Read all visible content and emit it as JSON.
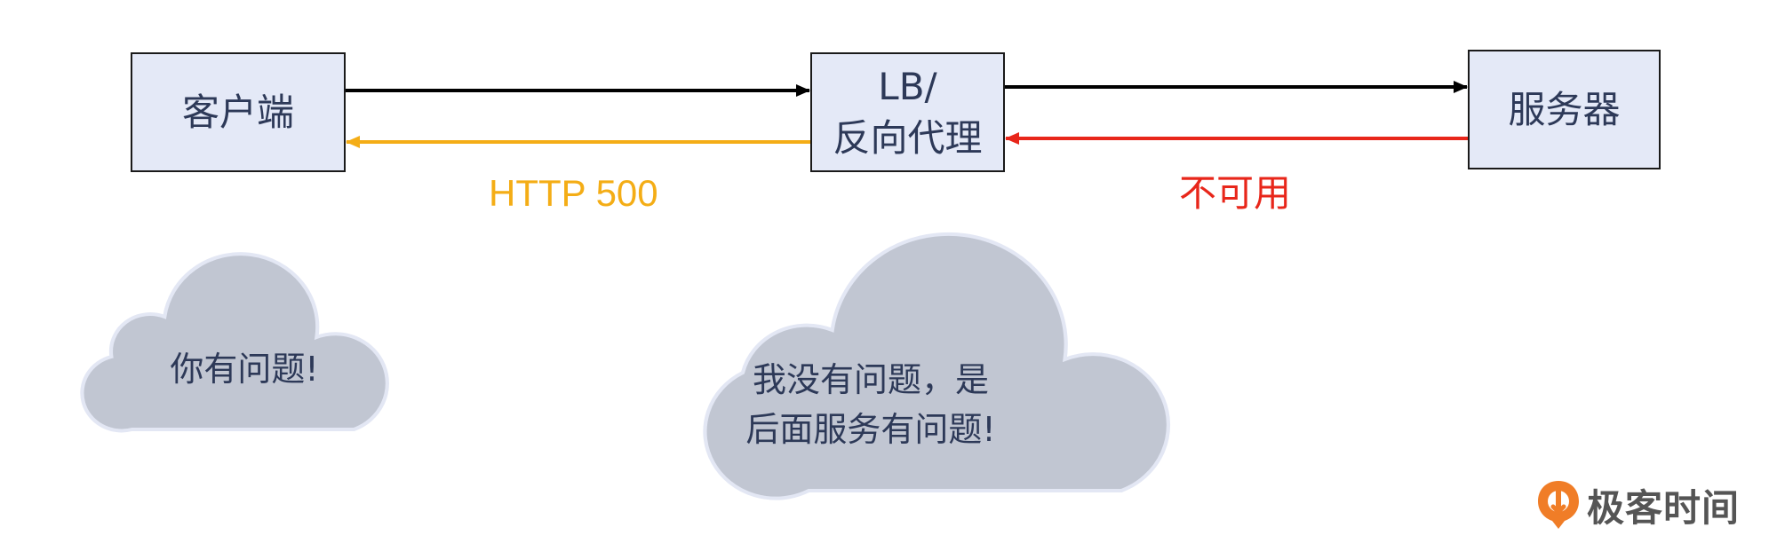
{
  "nodes": {
    "client": "客户端",
    "lb": "LB/\n反向代理",
    "server": "服务器"
  },
  "edges": {
    "http500": "HTTP 500",
    "unavailable": "不可用"
  },
  "clouds": {
    "client_says": "你有问题!",
    "lb_says": "我没有问题，是\n后面服务有问题!"
  },
  "logo": {
    "text": "极客时间"
  },
  "colors": {
    "box_fill": "#e4e9f7",
    "box_border": "#1a1a1a",
    "text": "#2d3958",
    "request_arrow": "#000000",
    "http500_arrow": "#f4ad16",
    "unavailable_arrow": "#e8261a",
    "cloud_fill": "#c1c6d2",
    "cloud_outline": "#e3e7f4",
    "logo_orange": "#f07d27"
  }
}
